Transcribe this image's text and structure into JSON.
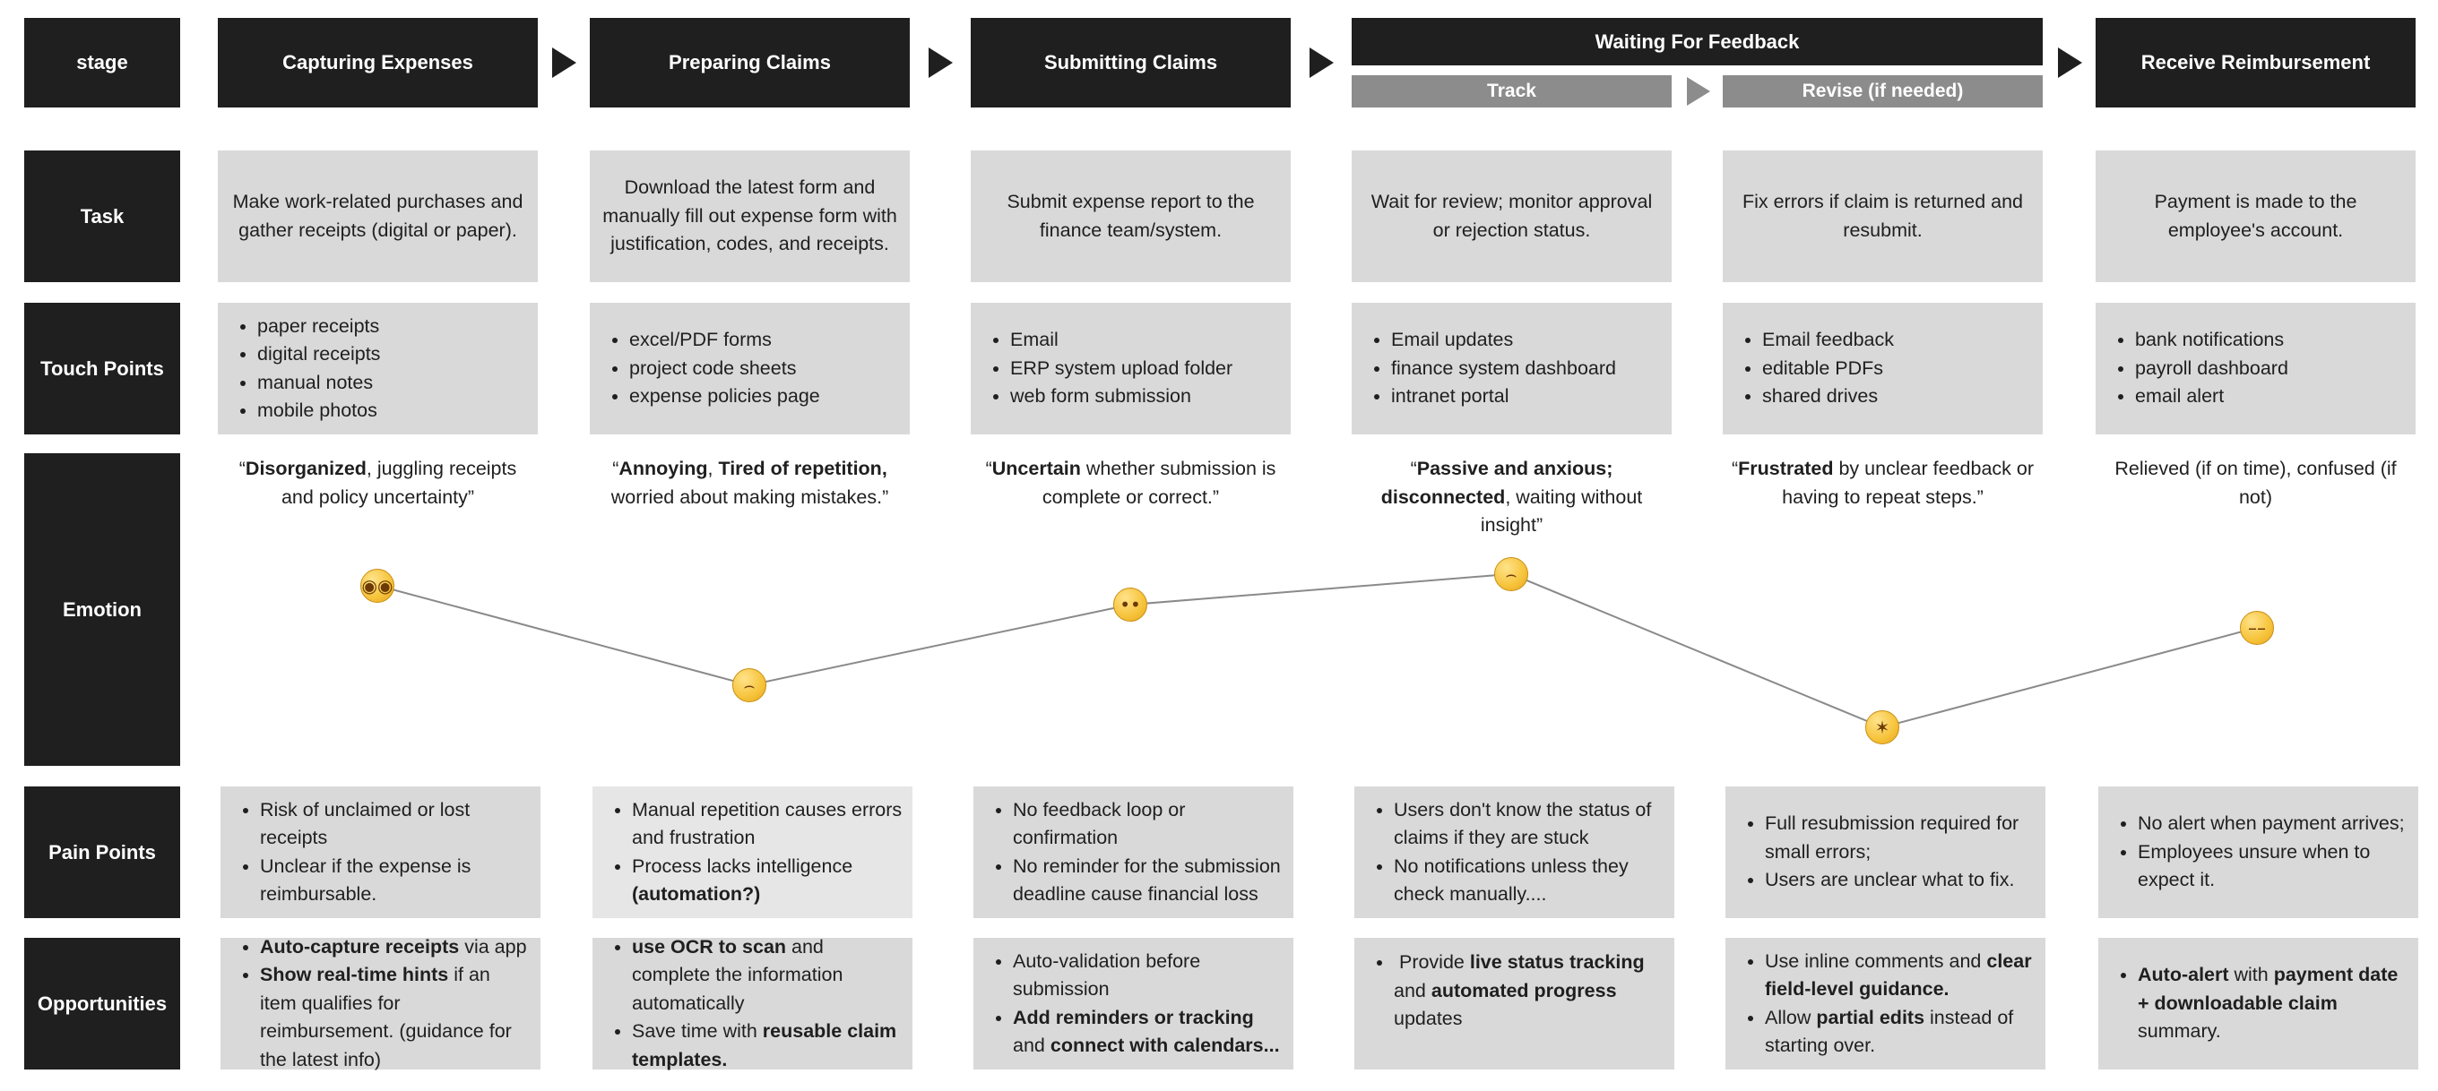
{
  "row_labels": {
    "stage": "stage",
    "task": "Task",
    "touch_points": "Touch Points",
    "emotion": "Emotion",
    "pain_points": "Pain Points",
    "opportunities": "Opportunities"
  },
  "stages": [
    "Capturing Expenses",
    "Preparing Claims",
    "Submitting Claims",
    "Waiting For Feedback",
    "Receive Reimbursement"
  ],
  "substages": [
    "Track",
    "Revise (if needed)"
  ],
  "tasks": [
    "Make work-related purchases and gather receipts (digital or paper).",
    "Download the latest form and manually fill out expense form with justification, codes, and receipts.",
    "Submit expense report to the finance team/system.",
    "Wait for review; monitor approval or rejection status.",
    "Fix errors if claim is returned and resubmit.",
    "Payment is made to the employee's account."
  ],
  "touch_points": [
    [
      "paper receipts",
      "digital receipts",
      "manual notes",
      "mobile photos"
    ],
    [
      "excel/PDF forms",
      "project code sheets",
      "expense policies page"
    ],
    [
      "Email",
      "ERP system upload folder",
      "web form submission"
    ],
    [
      "Email updates",
      "finance system dashboard",
      "intranet portal"
    ],
    [
      "Email feedback",
      "editable PDFs",
      "shared drives"
    ],
    [
      "bank notifications",
      "payroll dashboard",
      "email alert"
    ]
  ],
  "emotions": [
    {
      "q_open": "“",
      "b1": "Disorganized",
      "t1": ", juggling receipts and policy uncertainty”",
      "b2": "",
      "t2": "",
      "level": 0.74,
      "icon": "dizzy-face-icon"
    },
    {
      "q_open": "“",
      "b1": "Annoying",
      "t1": ", ",
      "b2": "Tired of repetition,",
      "t2": " worried about making mistakes.”",
      "level": 0.22,
      "icon": "weary-face-icon"
    },
    {
      "q_open": "“",
      "b1": "Uncertain",
      "t1": " whether submission is complete or correct.”",
      "b2": "",
      "t2": "",
      "level": 0.64,
      "icon": "raised-eyebrow-face-icon"
    },
    {
      "q_open": "“",
      "b1": "Passive and anxious; disconnected",
      "t1": ", waiting without insight”",
      "b2": "",
      "t2": "",
      "level": 0.8,
      "icon": "sad-face-icon"
    },
    {
      "q_open": "“",
      "b1": "Frustrated",
      "t1": " by unclear feedback or having to repeat steps.”",
      "b2": "",
      "t2": "",
      "level": 0.0,
      "icon": "exploding-head-icon"
    },
    {
      "q_open": "",
      "b1": "",
      "t1": "Relieved (if on time), confused (if not)",
      "b2": "",
      "t2": "",
      "level": 0.52,
      "icon": "pensive-face-icon"
    }
  ],
  "pain_points": [
    [
      {
        "t": "Risk of unclaimed or lost receipts"
      },
      {
        "t": "Unclear if the expense is reimbursable."
      }
    ],
    [
      {
        "t": "Manual repetition causes errors and frustration"
      },
      {
        "t": "Process lacks intelligence ",
        "b": "(automation?)"
      }
    ],
    [
      {
        "t": "No feedback loop or confirmation"
      },
      {
        "t": "No reminder for the submission deadline cause financial loss"
      }
    ],
    [
      {
        "t": "Users don't know the status of claims if they are stuck"
      },
      {
        "t": "No notifications unless they check manually...."
      }
    ],
    [
      {
        "t": "Full resubmission required for small errors;"
      },
      {
        "t": "Users are unclear what to fix."
      }
    ],
    [
      {
        "t": "No alert when payment arrives;"
      },
      {
        "t": "Employees unsure when to expect it."
      }
    ]
  ],
  "opportunities": [
    [
      [
        {
          "b": "Auto-capture receipts"
        },
        {
          "t": " via app"
        }
      ],
      [
        {
          "b": "Show real-time hints"
        },
        {
          "t": " if an item qualifies for reimbursement. (guidance for the latest info)"
        }
      ]
    ],
    [
      [
        {
          "b": "use OCR to scan"
        },
        {
          "t": " and complete the information automatically"
        }
      ],
      [
        {
          "t": "Save time with "
        },
        {
          "b": "reusable claim templates."
        }
      ]
    ],
    [
      [
        {
          "t": "Auto-validation before submission"
        }
      ],
      [
        {
          "b": "Add reminders or tracking"
        },
        {
          "t": " and "
        },
        {
          "b": "connect with calendars..."
        }
      ]
    ],
    [
      [
        {
          "t": " Provide "
        },
        {
          "b": "live status tracking"
        },
        {
          "t": " and "
        },
        {
          "b": "automated progress"
        },
        {
          "t": " updates"
        }
      ]
    ],
    [
      [
        {
          "t": "Use inline comments and "
        },
        {
          "b": "clear field-level guidance."
        }
      ],
      [
        {
          "t": "Allow "
        },
        {
          "b": "partial edits"
        },
        {
          "t": " instead of starting over."
        }
      ]
    ],
    [
      [
        {
          "b": "Auto-alert"
        },
        {
          "t": " with "
        },
        {
          "b": "payment date + downloadable claim"
        },
        {
          "t": " summary."
        }
      ]
    ]
  ],
  "colors": {
    "dark": "#1f1f1f",
    "cell": "#d9d9d9",
    "sub": "#8c8c8c",
    "line": "#8a8a8a"
  }
}
